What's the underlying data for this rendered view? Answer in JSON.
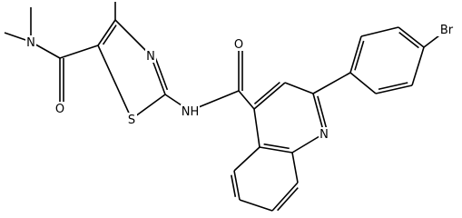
{
  "molecule": {
    "atom_labels": {
      "n_amide_left": "N",
      "o_amide_left": "O",
      "n_thiazole": "N",
      "s_thiazole": "S",
      "nh_amide": "NH",
      "o_amide_right": "O",
      "n_quinoline": "N",
      "br": "Br"
    }
  },
  "colors": {
    "bond": "#000000",
    "label": "#000000",
    "background": "#ffffff"
  }
}
